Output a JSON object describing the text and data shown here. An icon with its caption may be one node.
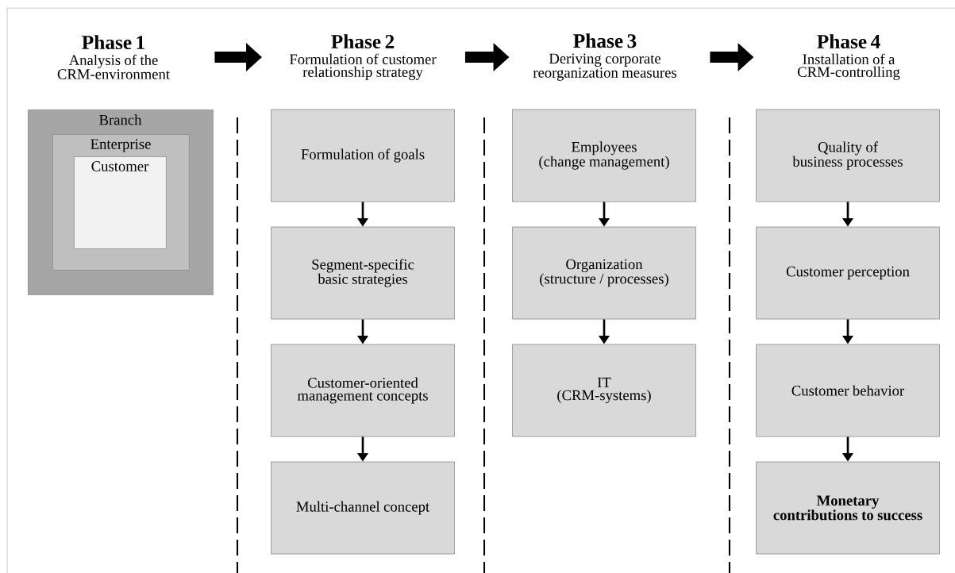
{
  "diagram": {
    "nodes": [
      {
        "text": [
          "Phase 1",
          "Analysis of the CRM-environment"
        ]
      },
      {
        "text": [
          "Branch"
        ]
      },
      {
        "text": [
          "Enterprise"
        ],
        "in": 1
      },
      {
        "text": [
          "Customer"
        ],
        "in": 2
      },
      {
        "text": [
          "Phase 2",
          "Formulation of customer relationship strategy"
        ]
      },
      {
        "text": [
          "Formulation of goals"
        ]
      },
      {
        "text": [
          "Segment-specific basic strategies"
        ]
      },
      {
        "text": [
          "Customer-oriented management concepts"
        ]
      },
      {
        "text": [
          "Multi-channel concept"
        ]
      },
      {
        "text": [
          "Phase 3",
          "Deriving corporate reorganization measures"
        ]
      },
      {
        "text": [
          "Employees",
          "(change management)"
        ]
      },
      {
        "text": [
          "Organization",
          "(structure / processes)"
        ]
      },
      {
        "text": [
          "IT",
          "(CRM-systems)"
        ]
      },
      {
        "text": [
          "Phase 4",
          "Installation of a CRM-controlling"
        ]
      },
      {
        "text": [
          "Quality of business processes"
        ]
      },
      {
        "text": [
          "Customer perception"
        ]
      },
      {
        "text": [
          "Customer behavior"
        ]
      },
      {
        "text": [
          "Monetary contributions to success"
        ]
      }
    ],
    "edges": [
      {
        "from": 0,
        "to": 4,
        "arrow": "to",
        "style": "thick"
      },
      {
        "from": 4,
        "to": 9,
        "arrow": "to",
        "style": "thick"
      },
      {
        "from": 9,
        "to": 13,
        "arrow": "to",
        "style": "thick"
      },
      {
        "from": 5,
        "to": 6,
        "arrow": "to"
      },
      {
        "from": 6,
        "to": 7,
        "arrow": "to"
      },
      {
        "from": 7,
        "to": 8,
        "arrow": "to"
      },
      {
        "from": 10,
        "to": 11,
        "arrow": "to"
      },
      {
        "from": 11,
        "to": 12,
        "arrow": "to"
      },
      {
        "from": 14,
        "to": 15,
        "arrow": "to"
      },
      {
        "from": 15,
        "to": 16,
        "arrow": "to"
      },
      {
        "from": 16,
        "to": 17,
        "arrow": "to"
      }
    ]
  }
}
